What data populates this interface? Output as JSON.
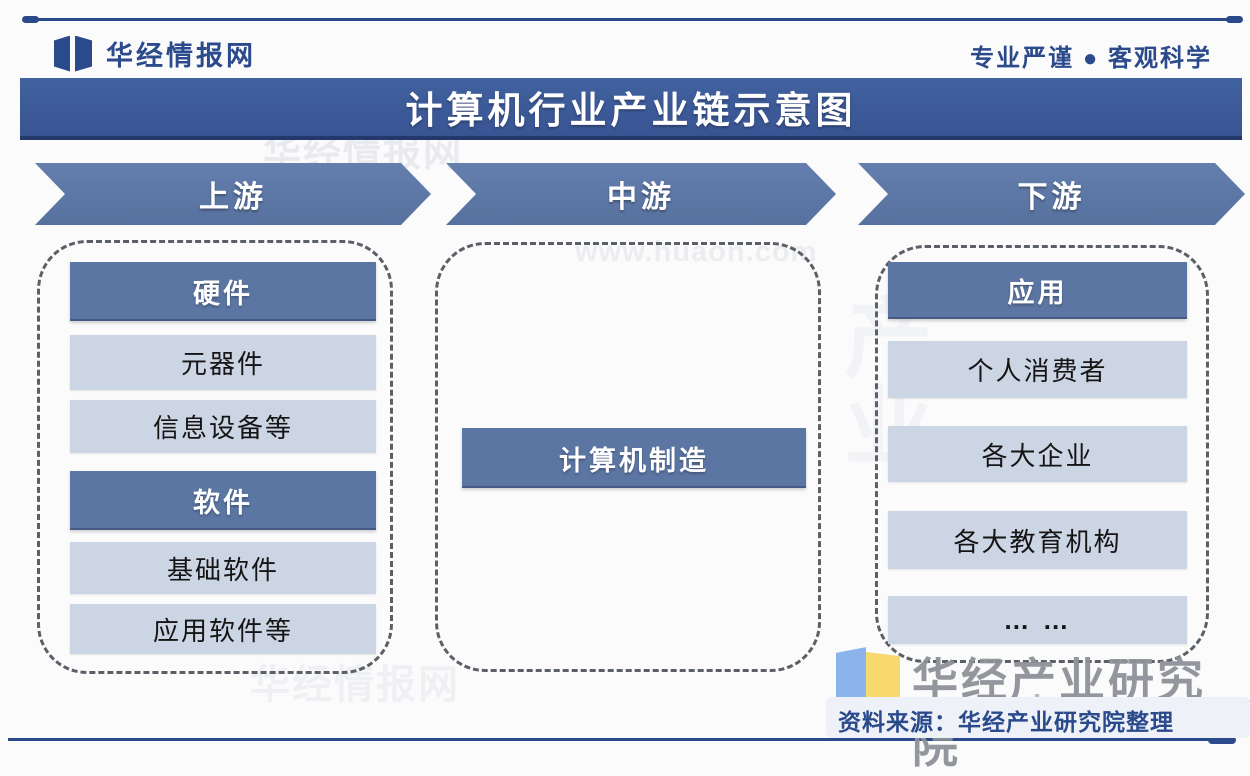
{
  "header": {
    "brand": "华经情报网",
    "slogan": "专业严谨 ● 客观科学"
  },
  "title": "计算机行业产业链示意图",
  "stages": [
    {
      "label": "上游"
    },
    {
      "label": "中游"
    },
    {
      "label": "下游"
    }
  ],
  "chain": {
    "upstream": {
      "items": [
        {
          "label": "硬件",
          "style": "header"
        },
        {
          "label": "元器件",
          "style": "item"
        },
        {
          "label": "信息设备等",
          "style": "item"
        },
        {
          "label": "软件",
          "style": "header"
        },
        {
          "label": "基础软件",
          "style": "item"
        },
        {
          "label": "应用软件等",
          "style": "item"
        }
      ]
    },
    "midstream": {
      "items": [
        {
          "label": "计算机制造",
          "style": "header"
        }
      ]
    },
    "downstream": {
      "items": [
        {
          "label": "应用",
          "style": "header"
        },
        {
          "label": "个人消费者",
          "style": "item"
        },
        {
          "label": "各大企业",
          "style": "item"
        },
        {
          "label": "各大教育机构",
          "style": "item"
        },
        {
          "label": "… …",
          "style": "item"
        }
      ]
    }
  },
  "footer": {
    "institute": "华经产业研究院",
    "website": "www.huaon.com",
    "source": "资料来源：华经产业研究院整理"
  },
  "watermarks": {
    "brand_ghost": "华经情报网",
    "url_ghost": "www.huaon.com",
    "chars_ghost": "产业"
  },
  "colors": {
    "navy": "#2b4a8c",
    "title_bar": "#3a5797",
    "title_bar_edge": "#24396b",
    "slate": "#5c76a4",
    "light_box": "#ccd5e4",
    "dash_border": "#5b5f66",
    "logo_blue": "#8ab4eb",
    "logo_yellow": "#f8d96e",
    "watermark_gray": "#8e9298"
  }
}
